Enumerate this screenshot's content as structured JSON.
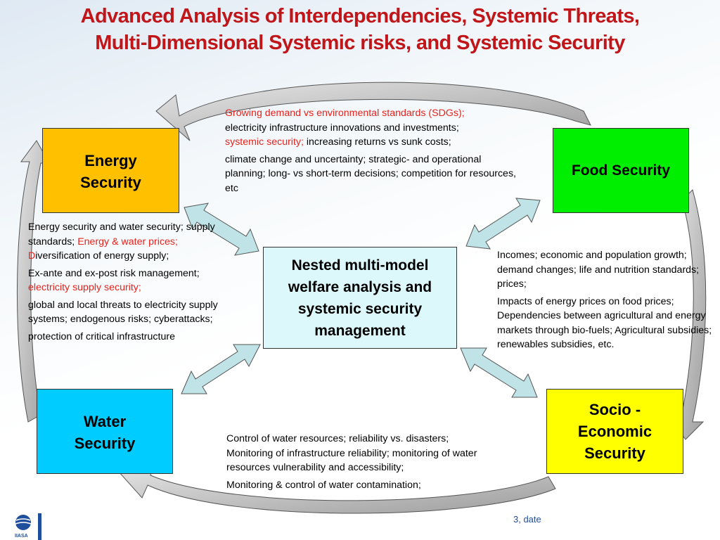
{
  "title": {
    "line1": "Advanced Analysis of Interdependencies, Systemic Threats,",
    "line2": "Multi-Dimensional Systemic risks, and Systemic Security"
  },
  "boxes": {
    "energy": {
      "line1": "Energy",
      "line2": "Security",
      "color": "#ffc000"
    },
    "food": {
      "label": "Food Security",
      "color": "#00ee00"
    },
    "water": {
      "line1": "Water",
      "line2": "Security",
      "color": "#00ccff"
    },
    "socio": {
      "line1": "Socio -",
      "line2": "Economic",
      "line3": "Security",
      "color": "#ffff00"
    },
    "center": {
      "line1": "Nested multi-model",
      "line2": "welfare analysis and",
      "line3": "systemic security",
      "line4": "management",
      "color": "#ddf8fb"
    }
  },
  "top_text": {
    "p1_red": "Growing demand vs environmental standards (SDGs);",
    "p1_rest": "electricity infrastructure innovations and investments;",
    "p1_red2": "systemic security;",
    "p1_rest2": " increasing returns vs sunk costs;",
    "p2": "climate change and uncertainty; strategic- and operational planning; long- vs short-term decisions; competition for resources, etc"
  },
  "left_text": {
    "p1_a": "Energy security and water security; supply standards; ",
    "p1_red": "Energy & water prices; D",
    "p1_b": "iversification of energy supply;",
    "p2_a": "Ex-ante and ex-post risk management;",
    "p2_red": "electricity supply security;",
    "p3": "global and local threats to electricity supply systems; endogenous risks; cyberattacks;",
    "p4": "protection of critical infrastructure"
  },
  "right_text": {
    "p1": "Incomes; economic and population growth; demand changes; life and nutrition standards; prices;",
    "p2": "Impacts of energy prices on food prices; Dependencies between agricultural and energy markets through bio-fuels; Agricultural subsidies; renewables subsidies, etc."
  },
  "bottom_text": {
    "p1": "Control of water resources; reliability vs. disasters; Monitoring of infrastructure reliability; monitoring of water resources vulnerability and accessibility;",
    "p2": "Monitoring & control of water contamination;"
  },
  "footer": {
    "page": "3, date"
  },
  "logo": {
    "text": "IIASA",
    "color": "#1f4e9c"
  },
  "colors": {
    "title": "#c0161a",
    "highlight": "#e8221c",
    "arrow": "#bfe3e6",
    "cycle_arrow": "#c8c8c8"
  }
}
